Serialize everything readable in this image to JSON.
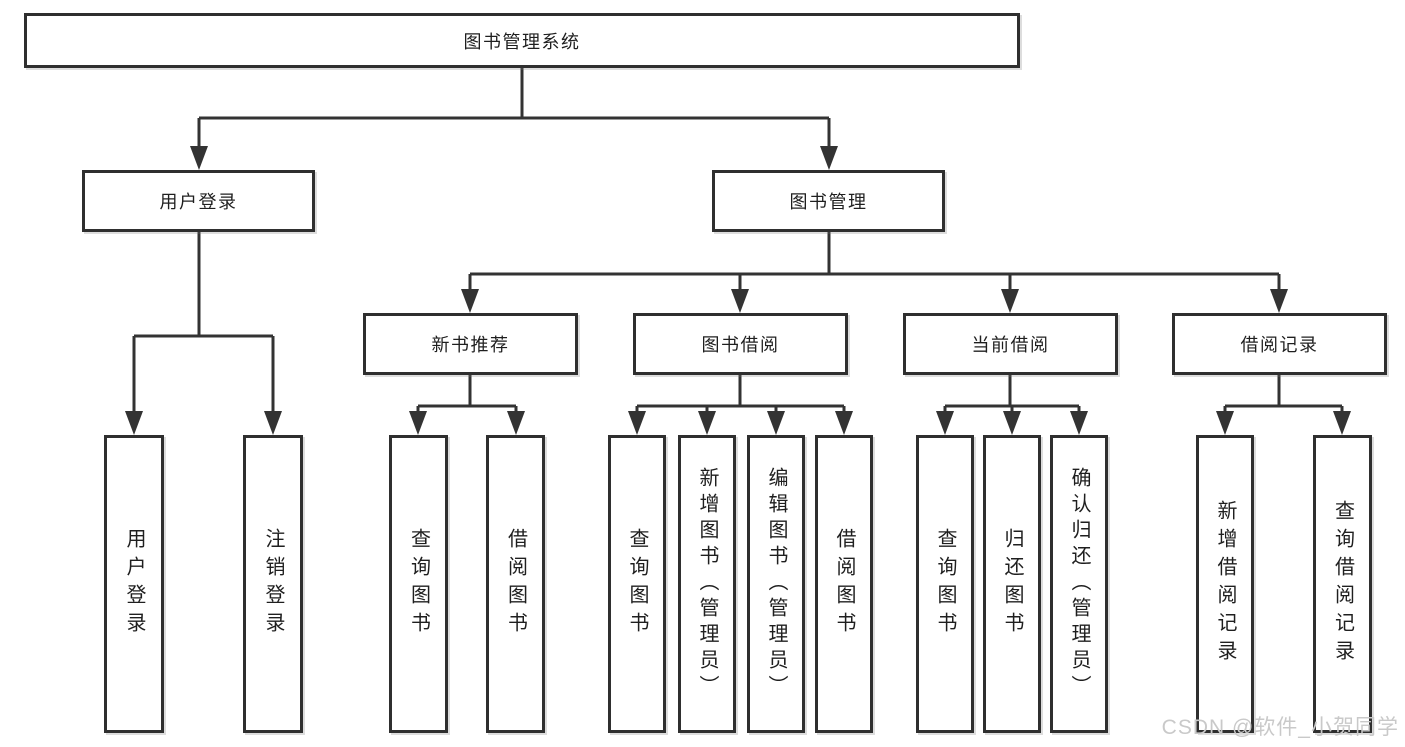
{
  "diagram": {
    "tree": {
      "root": "图书管理系统",
      "children": [
        {
          "label": "用户登录",
          "children": [
            {
              "label": "用户登录"
            },
            {
              "label": "注销登录"
            }
          ]
        },
        {
          "label": "图书管理",
          "children": [
            {
              "label": "新书推荐",
              "children": [
                {
                  "label": "查询图书"
                },
                {
                  "label": "借阅图书"
                }
              ]
            },
            {
              "label": "图书借阅",
              "children": [
                {
                  "label": "查询图书"
                },
                {
                  "label": "新增图书（管理员）"
                },
                {
                  "label": "编辑图书（管理员）"
                },
                {
                  "label": "借阅图书"
                }
              ]
            },
            {
              "label": "当前借阅",
              "children": [
                {
                  "label": "查询图书"
                },
                {
                  "label": "归还图书"
                },
                {
                  "label": "确认归还（管理员）"
                }
              ]
            },
            {
              "label": "借阅记录",
              "children": [
                {
                  "label": "新增借阅记录"
                },
                {
                  "label": "查询借阅记录"
                }
              ]
            }
          ]
        }
      ]
    }
  },
  "watermark": {
    "text": "CSDN @软件_小贺同学"
  },
  "colors": {
    "line": "#333333",
    "box_border": "#2f2f2f",
    "text": "#1f1f1f",
    "watermark": "#c9c9c9",
    "background": "#ffffff"
  }
}
